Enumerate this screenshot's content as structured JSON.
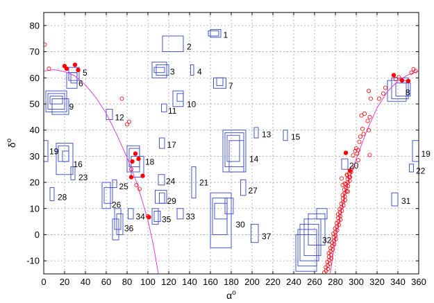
{
  "chart_data": {
    "type": "scatter",
    "title": "",
    "xlabel": "α",
    "xlabel_sup": "o",
    "ylabel": "δ",
    "ylabel_sup": "o",
    "xlim": [
      0,
      360
    ],
    "ylim": [
      -15,
      85
    ],
    "xticks": [
      0,
      20,
      40,
      60,
      80,
      100,
      120,
      140,
      160,
      180,
      200,
      220,
      240,
      260,
      280,
      300,
      320,
      340,
      360
    ],
    "yticks": [
      -10,
      0,
      10,
      20,
      30,
      40,
      50,
      60,
      70,
      80
    ],
    "grid": true,
    "colors": {
      "boxes": "#3344cc",
      "curve": "#e040e0",
      "points": "#ff0000",
      "grid": "#a0a0a0"
    },
    "regions": [
      {
        "label": "1",
        "boxes": [
          [
            158,
            76,
            168,
            78
          ],
          [
            160,
            75.5,
            170,
            78.5
          ]
        ],
        "label_at": [
          171,
          76.5
        ]
      },
      {
        "label": "2",
        "boxes": [
          [
            114,
            70,
            134,
            76
          ]
        ],
        "label_at": [
          136,
          72
        ]
      },
      {
        "label": "3",
        "boxes": [
          [
            104,
            60,
            118,
            66
          ],
          [
            108,
            61,
            120,
            65
          ],
          [
            106,
            62,
            116,
            64
          ]
        ],
        "label_at": [
          120,
          62.5
        ]
      },
      {
        "label": "4",
        "boxes": [
          [
            141,
            61,
            144,
            65
          ]
        ],
        "label_at": [
          146,
          62.5
        ]
      },
      {
        "label": "5",
        "boxes": [
          [
            24,
            59,
            34,
            64
          ]
        ],
        "label_at": [
          36,
          62
        ]
      },
      {
        "label": "6",
        "boxes": [
          [
            22,
            56,
            32,
            62
          ],
          [
            26,
            58,
            32,
            62
          ]
        ],
        "label_at": [
          32,
          58
        ]
      },
      {
        "label": "7",
        "boxes": [
          [
            163,
            56,
            175,
            60
          ],
          [
            166,
            57,
            172,
            60
          ]
        ],
        "label_at": [
          176,
          57
        ]
      },
      {
        "label": "8",
        "boxes": [
          [
            330,
            51,
            348,
            59
          ],
          [
            334,
            52,
            350,
            60
          ],
          [
            338,
            53,
            352,
            58
          ]
        ],
        "label_at": [
          346,
          54.5
        ]
      },
      {
        "label": "9",
        "boxes": [
          [
            2,
            47,
            22,
            55
          ],
          [
            4,
            48,
            20,
            54
          ],
          [
            6,
            50,
            18,
            53
          ],
          [
            8,
            46,
            24,
            52
          ]
        ],
        "label_at": [
          23,
          49
        ]
      },
      {
        "label": "10",
        "boxes": [
          [
            124,
            49,
            134,
            55
          ],
          [
            128,
            51,
            134,
            54
          ]
        ],
        "label_at": [
          136,
          50
        ]
      },
      {
        "label": "11",
        "boxes": [
          [
            113,
            47,
            118,
            50
          ]
        ],
        "label_at": [
          118,
          47.5
        ]
      },
      {
        "label": "12",
        "boxes": [
          [
            60,
            44,
            66,
            48
          ]
        ],
        "label_at": [
          67,
          45
        ]
      },
      {
        "label": "13",
        "boxes": [
          [
            202,
            37,
            206,
            41
          ]
        ],
        "label_at": [
          208,
          38.5
        ]
      },
      {
        "label": "14",
        "boxes": [
          [
            172,
            24,
            194,
            40
          ],
          [
            174,
            26,
            192,
            39
          ],
          [
            176,
            28,
            188,
            38
          ],
          [
            178,
            24,
            192,
            36
          ]
        ],
        "label_at": [
          196,
          29
        ]
      },
      {
        "label": "15",
        "boxes": [
          [
            230,
            36,
            234,
            40
          ]
        ],
        "label_at": [
          236,
          37.5
        ]
      },
      {
        "label": "16",
        "boxes": [
          [
            12,
            23,
            28,
            35
          ],
          [
            14,
            28,
            24,
            34
          ],
          [
            18,
            28,
            24,
            32
          ]
        ],
        "label_at": [
          27,
          27
        ]
      },
      {
        "label": "17",
        "boxes": [
          [
            111,
            33,
            116,
            37
          ]
        ],
        "label_at": [
          117,
          34.5
        ]
      },
      {
        "label": "18",
        "boxes": [
          [
            80,
            24,
            92,
            34
          ],
          [
            82,
            26,
            92,
            33
          ],
          [
            84,
            22,
            96,
            30
          ]
        ],
        "label_at": [
          96,
          28
        ]
      },
      {
        "label": "19",
        "boxes": [
          [
            0,
            28,
            4,
            36
          ]
        ],
        "label_at": [
          4,
          32
        ]
      },
      {
        "label": "19",
        "boxes": [
          [
            354,
            28,
            360,
            36
          ]
        ],
        "label_at": [
          361,
          31
        ]
      },
      {
        "label": "20",
        "boxes": [
          [
            286,
            25,
            292,
            29
          ]
        ],
        "label_at": [
          292,
          26.5
        ]
      },
      {
        "label": "21",
        "boxes": [
          [
            142,
            14,
            146,
            26
          ]
        ],
        "label_at": [
          148,
          20
        ]
      },
      {
        "label": "22",
        "boxes": [
          [
            351,
            24,
            355,
            27
          ]
        ],
        "label_at": [
          356,
          24.5
        ]
      },
      {
        "label": "23",
        "boxes": [
          [
            26,
            21,
            30,
            26
          ]
        ],
        "label_at": [
          32,
          22
        ]
      },
      {
        "label": "24",
        "boxes": [
          [
            110,
            19,
            116,
            23
          ]
        ],
        "label_at": [
          116,
          20.5
        ]
      },
      {
        "label": "25",
        "boxes": [
          [
            66,
            18,
            70,
            21
          ]
        ],
        "label_at": [
          71,
          18.5
        ]
      },
      {
        "label": "26",
        "boxes": [
          [
            56,
            10,
            64,
            20
          ],
          [
            58,
            12,
            66,
            18
          ]
        ],
        "label_at": [
          64,
          11.5
        ]
      },
      {
        "label": "27",
        "boxes": [
          [
            189,
            15,
            194,
            21
          ]
        ],
        "label_at": [
          195,
          17
        ]
      },
      {
        "label": "28",
        "boxes": [
          [
            6,
            13,
            10,
            18
          ]
        ],
        "label_at": [
          12,
          14.5
        ]
      },
      {
        "label": "29",
        "boxes": [
          [
            107,
            12,
            118,
            17
          ],
          [
            111,
            12,
            116,
            16
          ]
        ],
        "label_at": [
          117,
          13
        ]
      },
      {
        "label": "30",
        "boxes": [
          [
            160,
            -5,
            180,
            16
          ],
          [
            162,
            0,
            176,
            14
          ],
          [
            164,
            6,
            176,
            12
          ],
          [
            174,
            8,
            182,
            14
          ]
        ],
        "label_at": [
          183,
          4
        ]
      },
      {
        "label": "31",
        "boxes": [
          [
            334,
            11,
            340,
            16
          ]
        ],
        "label_at": [
          342,
          13
        ]
      },
      {
        "label": "32",
        "boxes": [
          [
            242,
            -14,
            262,
            0
          ],
          [
            244,
            -12,
            262,
            2
          ],
          [
            246,
            -10,
            264,
            4
          ],
          [
            250,
            -8,
            266,
            6
          ],
          [
            254,
            -4,
            270,
            8
          ],
          [
            262,
            6,
            272,
            10
          ]
        ],
        "label_at": [
          266,
          -2
        ]
      },
      {
        "label": "33",
        "boxes": [
          [
            128,
            6,
            134,
            10
          ]
        ],
        "label_at": [
          135,
          7
        ]
      },
      {
        "label": "34",
        "boxes": [
          [
            81,
            6,
            86,
            10
          ]
        ],
        "label_at": [
          87,
          7
        ]
      },
      {
        "label": "35",
        "boxes": [
          [
            104,
            4,
            110,
            10
          ],
          [
            106,
            5,
            112,
            9
          ]
        ],
        "label_at": [
          112,
          6
        ]
      },
      {
        "label": "36",
        "boxes": [
          [
            68,
            2,
            74,
            10
          ],
          [
            70,
            0,
            76,
            8
          ],
          [
            66,
            -2,
            72,
            6
          ]
        ],
        "label_at": [
          76,
          2.5
        ]
      },
      {
        "label": "37",
        "boxes": [
          [
            199,
            -3,
            206,
            4
          ]
        ],
        "label_at": [
          208,
          -0.5
        ]
      }
    ],
    "curve_segments": [
      [
        [
          0,
          62.6
        ],
        [
          10,
          63.1
        ],
        [
          20,
          62.4
        ],
        [
          30,
          60.7
        ],
        [
          40,
          57.3
        ],
        [
          50,
          52.5
        ],
        [
          60,
          46.4
        ],
        [
          70,
          38.4
        ],
        [
          80,
          29.5
        ],
        [
          90,
          19.1
        ],
        [
          100,
          5.5
        ],
        [
          105,
          -3.5
        ],
        [
          110,
          -14.8
        ]
      ],
      [
        [
          275,
          -14.8
        ],
        [
          280,
          -2
        ],
        [
          290,
          17
        ],
        [
          300,
          29
        ],
        [
          310,
          39.6
        ],
        [
          320,
          48.5
        ],
        [
          330,
          54.8
        ],
        [
          340,
          58.8
        ],
        [
          350,
          61.2
        ],
        [
          360,
          62.6
        ]
      ]
    ],
    "filled_points": [
      [
        20,
        64.5
      ],
      [
        22,
        63.5
      ],
      [
        30,
        65
      ],
      [
        33,
        63
      ],
      [
        84,
        22
      ],
      [
        85,
        28
      ],
      [
        88,
        31
      ],
      [
        91,
        29
      ],
      [
        95,
        22.5
      ],
      [
        101,
        6.7
      ],
      [
        290,
        31.3
      ],
      [
        294,
        24.5
      ],
      [
        336,
        61
      ],
      [
        344,
        59
      ],
      [
        350,
        58.8
      ]
    ],
    "open_points": [
      [
        1,
        72.7
      ],
      [
        5,
        63.5
      ],
      [
        75,
        52
      ],
      [
        80,
        42.2
      ],
      [
        82,
        43.2
      ],
      [
        89,
        19
      ],
      [
        92,
        17.5
      ],
      [
        84,
        25
      ],
      [
        100,
        7
      ],
      [
        286,
        21.5
      ],
      [
        287,
        19
      ],
      [
        289,
        19.5
      ],
      [
        291,
        23
      ],
      [
        292,
        16.5
      ],
      [
        294,
        22
      ],
      [
        296,
        25.5
      ],
      [
        297,
        30.3
      ],
      [
        299,
        32
      ],
      [
        300,
        33
      ],
      [
        301,
        31
      ],
      [
        302,
        32.3
      ],
      [
        302,
        28.5
      ],
      [
        303,
        35.5
      ],
      [
        304,
        37.5
      ],
      [
        305,
        45.6
      ],
      [
        306,
        40.5
      ],
      [
        307,
        38.5
      ],
      [
        308,
        46.3
      ],
      [
        311,
        43.5
      ],
      [
        312,
        55
      ],
      [
        313,
        45
      ],
      [
        314,
        52
      ],
      [
        322,
        52
      ],
      [
        326,
        54
      ],
      [
        328,
        56.2
      ],
      [
        338,
        59.5
      ],
      [
        341,
        60.2
      ],
      [
        353,
        62
      ],
      [
        355,
        63.3
      ],
      [
        357,
        62.6
      ],
      [
        313,
        30.5
      ],
      [
        312,
        40
      ]
    ],
    "dense_open_segment": {
      "from": [
        271,
        -14.5
      ],
      "to": [
        294,
        24
      ],
      "count": 58
    }
  }
}
